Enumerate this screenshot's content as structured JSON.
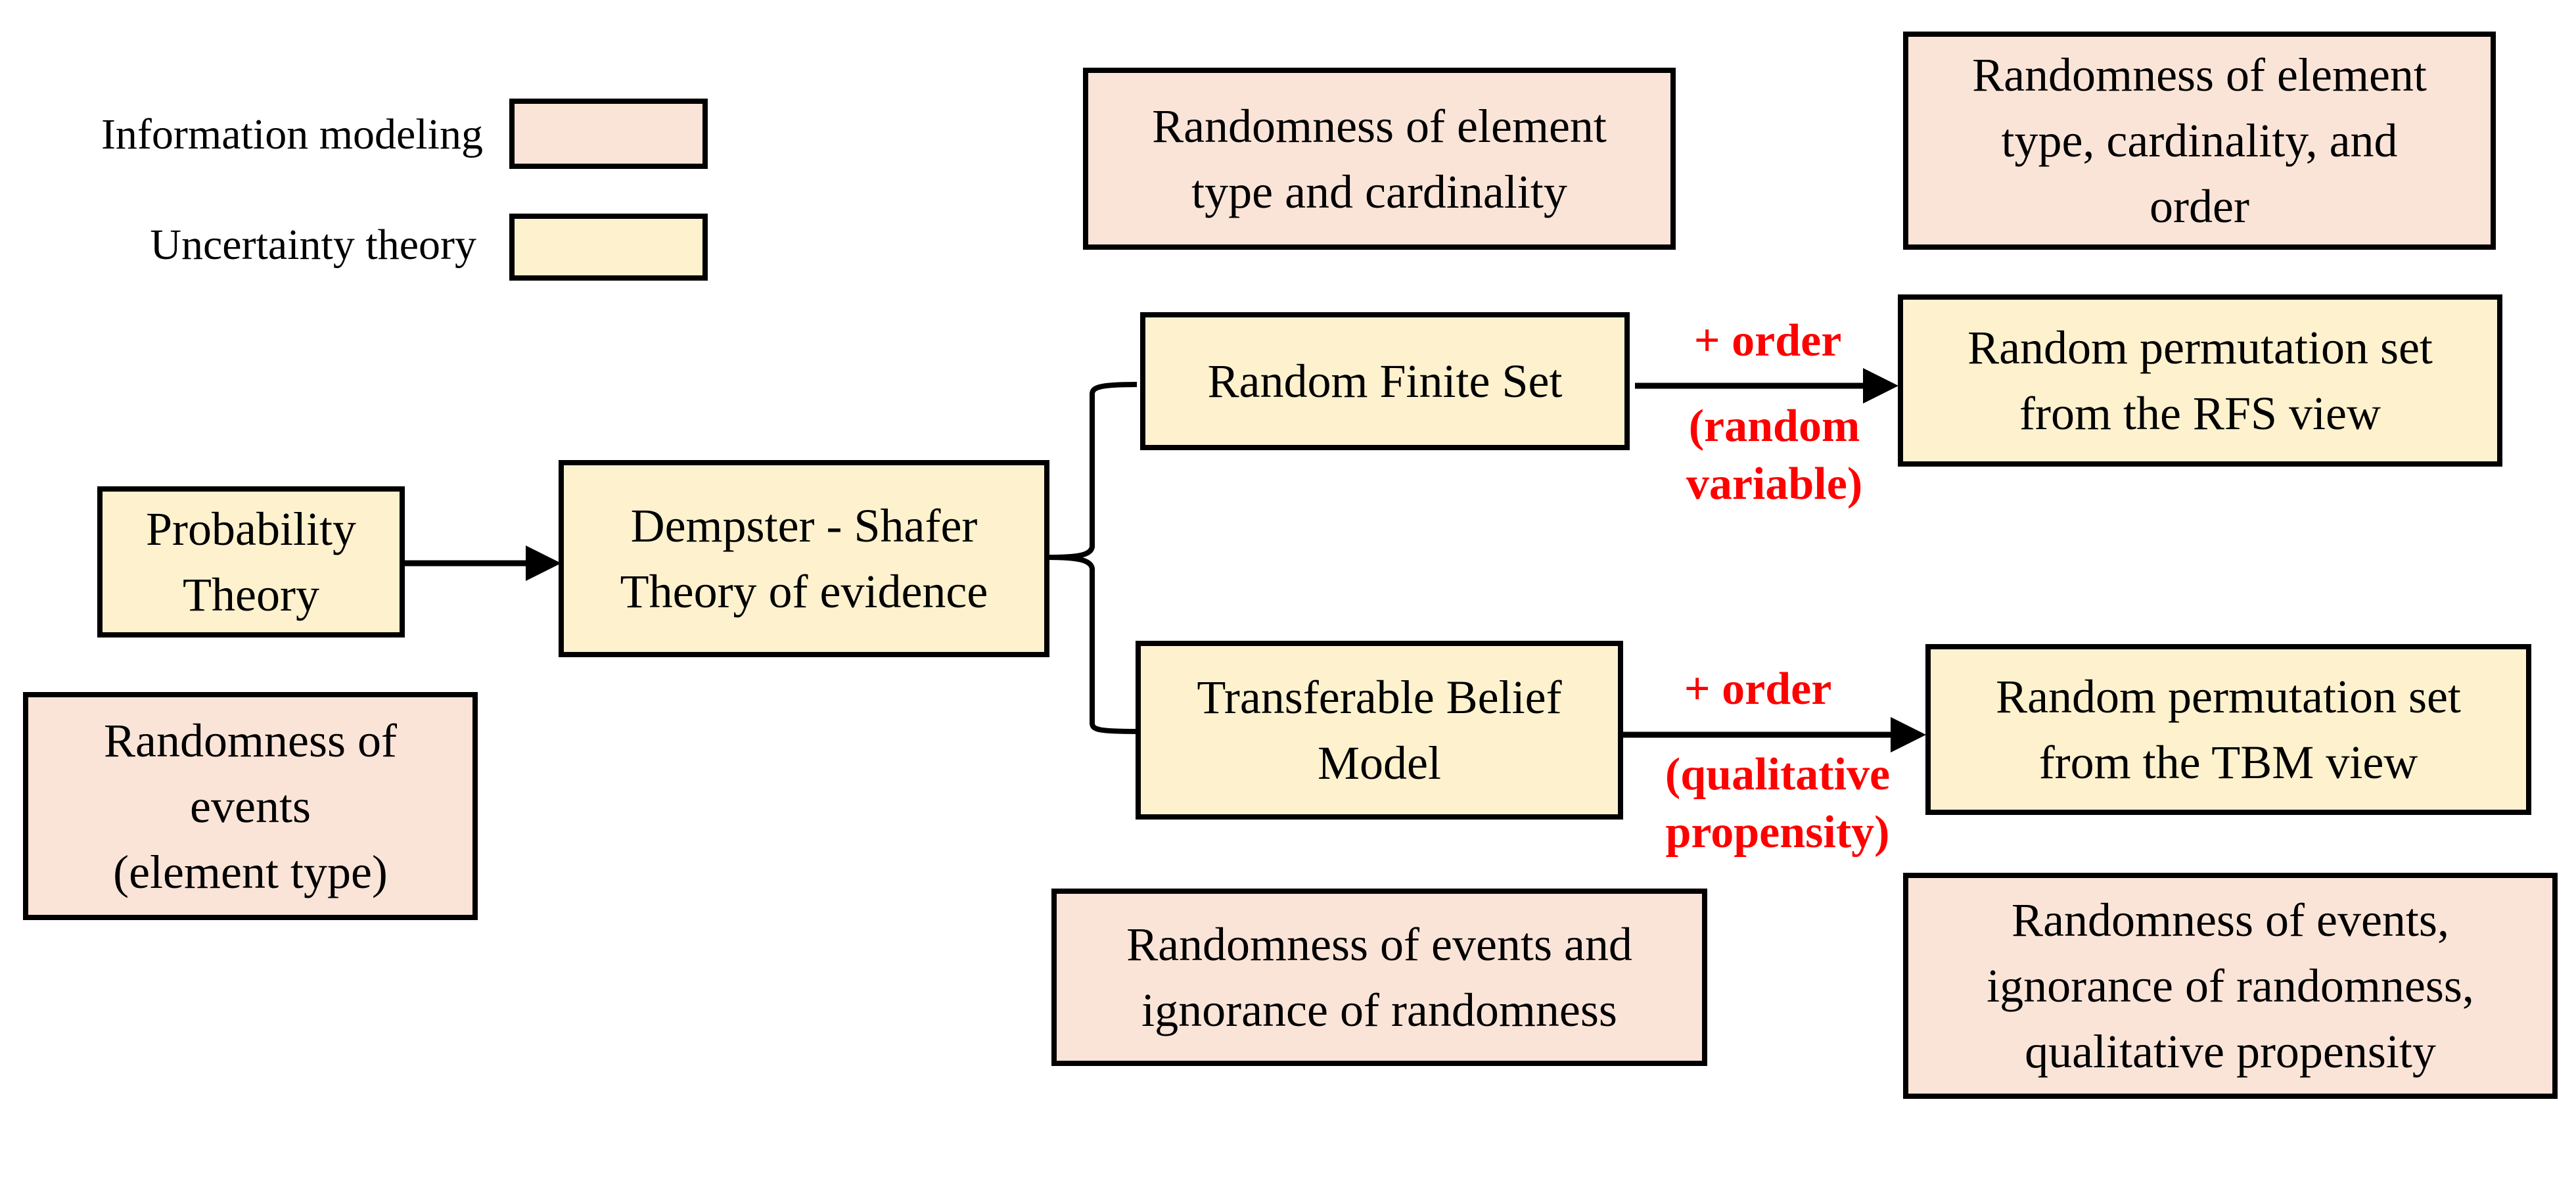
{
  "legend": {
    "items": [
      {
        "label": "Information modeling",
        "color": "#FAE4D8"
      },
      {
        "label": "Uncertainty theory",
        "color": "#FEF1CE"
      }
    ]
  },
  "theories": {
    "probability": {
      "lines": [
        "Probability",
        "Theory"
      ]
    },
    "dempster_shafer": {
      "lines": [
        "Dempster - Shafer",
        "Theory of evidence"
      ]
    },
    "rfs": {
      "lines": [
        "Random Finite Set"
      ]
    },
    "tbm": {
      "lines": [
        "Transferable Belief",
        "Model"
      ]
    },
    "rps_rfs": {
      "lines": [
        "Random permutation set",
        "from the RFS view"
      ]
    },
    "rps_tbm": {
      "lines": [
        "Random permutation set",
        "from the TBM view"
      ]
    }
  },
  "modeling": {
    "events_type": {
      "lines": [
        "Randomness of",
        "events",
        "(element type)"
      ]
    },
    "type_cardinality": {
      "lines": [
        "Randomness of element",
        "type and cardinality"
      ]
    },
    "type_cardinality_order": {
      "lines": [
        "Randomness of element",
        "type, cardinality, and",
        "order"
      ]
    },
    "events_ignorance": {
      "lines": [
        "Randomness of events and",
        "ignorance of randomness"
      ]
    },
    "events_ignorance_propensity": {
      "lines": [
        "Randomness of events,",
        "ignorance of randomness,",
        "qualitative propensity"
      ]
    }
  },
  "edge_labels": {
    "rfs_top": "+ order",
    "rfs_bottom": [
      "(random",
      "variable)"
    ],
    "tbm_top": "+ order",
    "tbm_bottom": [
      "(qualitative",
      "propensity)"
    ]
  },
  "colors": {
    "information_modeling": "#FAE4D8",
    "uncertainty_theory": "#FEF1CE",
    "annotation": "#FF0000",
    "stroke": "#000000"
  }
}
